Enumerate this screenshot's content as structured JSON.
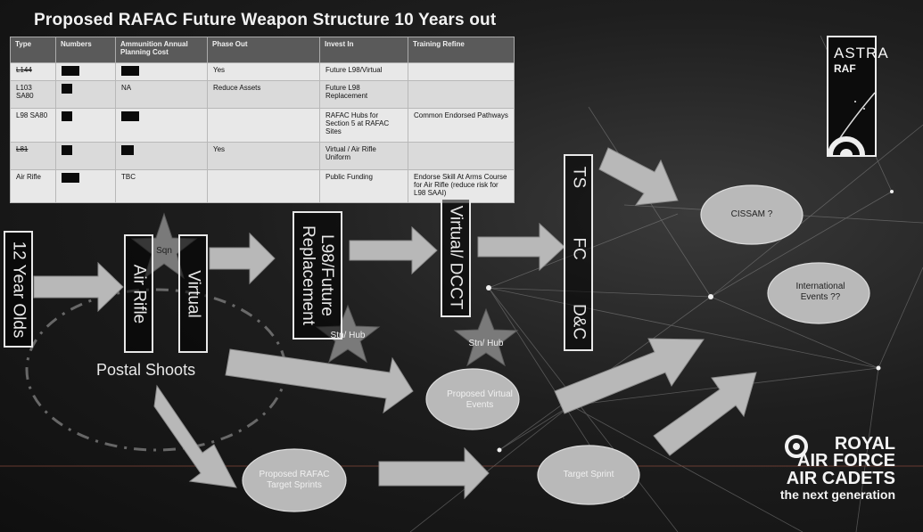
{
  "title": "Proposed RAFAC Future Weapon Structure 10 Years out",
  "table": {
    "headers": [
      "Type",
      "Numbers",
      "Ammunition Annual Planning Cost",
      "Phase Out",
      "Invest In",
      "Training Refine"
    ],
    "rows": [
      {
        "type": "L144",
        "phase_out": "Yes",
        "invest_in": "Future L98/Virtual",
        "training": ""
      },
      {
        "type": "L103 SA80",
        "ammo": "NA",
        "phase_out": "Reduce Assets",
        "invest_in": "Future L98 Replacement",
        "training": ""
      },
      {
        "type": "L98 SA80",
        "phase_out": "",
        "invest_in": "RAFAC Hubs for Section 5 at RAFAC Sites",
        "training": "Common Endorsed Pathways"
      },
      {
        "type": "L81",
        "phase_out": "Yes",
        "invest_in": "Virtual / Air Rifle Uniform",
        "training": ""
      },
      {
        "type": "Air Rifle",
        "ammo": "TBC",
        "phase_out": "",
        "invest_in": "Public Funding",
        "training": "Endorse Skill At Arms Course for Air Rifle (reduce risk for L98 SAAI)"
      }
    ]
  },
  "flow": {
    "twelve_year_olds": "12 Year Olds",
    "air_rifle": "Air Rifle",
    "virtual": "Virtual",
    "sqn": "Sqn",
    "l98_future": "L98/Future Replacement",
    "virtual_dcct": "Virtual/ DCCT",
    "ts": "TS",
    "fc": "FC",
    "dc": "D&C",
    "stn_hub_1": "Stn/ Hub",
    "stn_hub_2": "Stn/ Hub",
    "postal_shoots": "Postal Shoots",
    "proposed_virtual_events": "Proposed Virtual Events",
    "proposed_target_sprints": "Proposed RAFAC Target Sprints",
    "target_sprint": "Target Sprint",
    "cissam": "CISSAM ?",
    "international_events": "International Events ??"
  },
  "astra": {
    "title": "ASTRA",
    "subtitle": "RAF"
  },
  "brand": {
    "line1": "ROYAL",
    "line2": "AIR FORCE",
    "line3": "AIR CADETS",
    "line4": "the next generation"
  }
}
